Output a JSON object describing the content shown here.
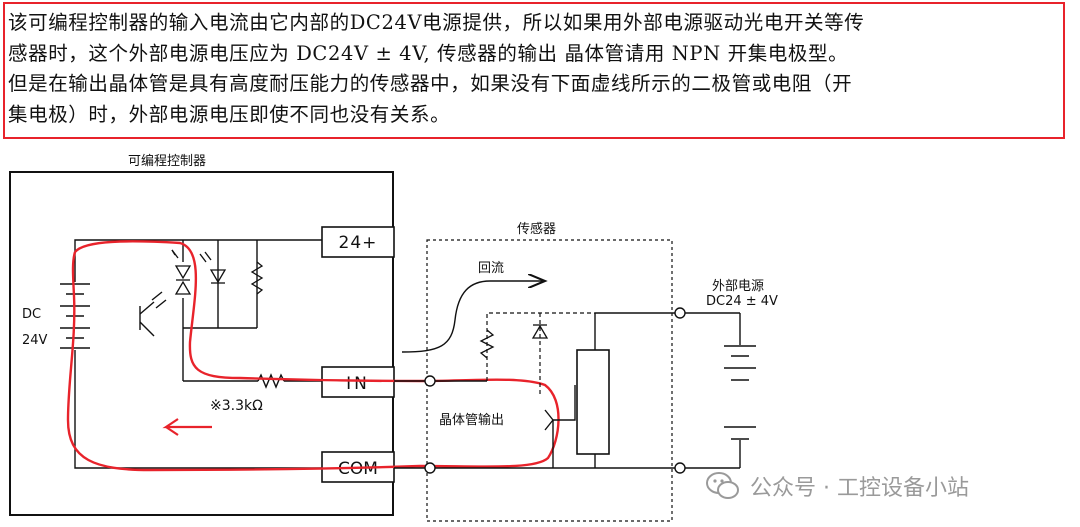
{
  "notice": {
    "lines": [
      "该可编程控制器的输入电流由它内部的DC24V电源提供，所以如果用外部电源驱动光电开关等传",
      "感器时，这个外部电源电压应为 DC24V ± 4V, 传感器的输出 晶体管请用 NPN 开集电极型。",
      "但是在输出晶体管是具有高度耐压能力的传感器中，如果没有下面虚线所示的二极管或电阻（开",
      "集电极）时，外部电源电压即使不同也没有关系。"
    ]
  },
  "diagram": {
    "plc_label": "可编程控制器",
    "sensor_label": "传感器",
    "terminal_24": "24+",
    "terminal_in": "IN",
    "terminal_com": "COM",
    "dc_label": "DC",
    "dc_voltage": "24V",
    "resistor_value": "※3.3kΩ",
    "return_label": "回流",
    "transistor_output": "晶体管输出",
    "ext_supply_title": "外部电源",
    "ext_supply_voltage": "DC24 ± 4V"
  },
  "watermark": {
    "text": "公众号 · 工控设备小站"
  },
  "colors": {
    "highlight_red": "#e8232b",
    "line": "#111111",
    "watermark": "#9a9a9a"
  }
}
